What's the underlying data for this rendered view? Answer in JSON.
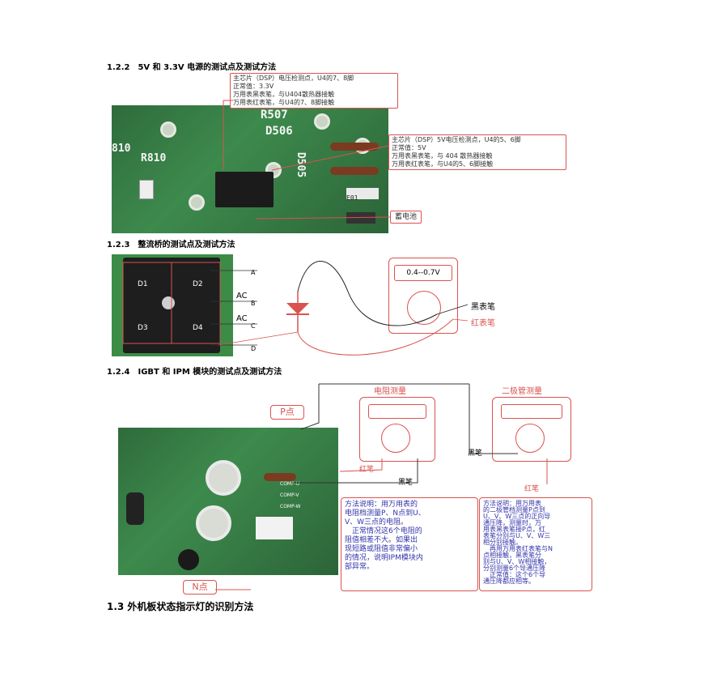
{
  "sections": {
    "s122": "1.2.2　5V 和 3.3V 电源的测试点及测试方法",
    "s123": "1.2.3　整流桥的测试点及测试方法",
    "s124": "1.2.4　IGBT 和 IPM 模块的测试点及测试方法",
    "s13": "1.3 外机板状态指示灯的识别方法"
  },
  "fig1": {
    "callout_top": [
      "主芯片（DSP）电压检测点，U4的7、8脚",
      "正常值：3.3V",
      "万用表黑表笔，与U404散热器接触",
      "万用表红表笔，与U4的7、8脚接触"
    ],
    "callout_right": [
      "主芯片（DSP）5V电压检测点，U4的5、6脚",
      "正常值：5V",
      "万用表黑表笔，与 404 散热器接触",
      "万用表红表笔，与U4的5、6脚接触"
    ],
    "battery_label": "蓄电池",
    "silk": {
      "r507": "R507",
      "d506": "D506",
      "r810": "R810",
      "r810b": "810",
      "d505": "D505",
      "e01": "E01"
    }
  },
  "fig2": {
    "diodes": [
      "D1",
      "D2",
      "D3",
      "D4"
    ],
    "pins": {
      "a": "A",
      "ac1": "AC",
      "b": "B",
      "ac2": "AC",
      "c": "C",
      "d": "D"
    },
    "meter_reading": "0.4--0.7V",
    "black_probe": "黑表笔",
    "red_probe": "红表笔"
  },
  "fig3": {
    "p_tag": "P点",
    "n_tag": "N点",
    "meter1_title": "电阻测量",
    "meter2_title": "二极管测量",
    "red_probe": "红笔",
    "black_probe": "黑笔",
    "black_probe2": "黑笔",
    "red_probe2": "红笔",
    "comp": [
      "COMP-U",
      "COMP-V",
      "COMP-W"
    ],
    "note1": [
      "方法说明：用万用表的",
      "电阻档测量P、N点到U、",
      "V、W三点的电阻。",
      "　正常情况这6个电阻的",
      "阻值相差不大。如果出",
      "现短路或阻值非常偏小",
      "的情况，说明IPM模块内",
      "部异常。"
    ],
    "note2": [
      "方法说明：用万用表",
      "的二极管档测量P点到",
      "U、V、W三点的正向导",
      "通压降，测量时，万",
      "用表黑表笔接P点，红",
      "表笔分别与U、V、W三",
      "相分别接触。",
      "　再用万用表红表笔与N",
      "点相接触，黑表笔分",
      "别与U、V、W相接触，",
      "分别测量6个导通压降",
      "　正常值：这个6个导",
      "通压降都应相等。"
    ]
  }
}
